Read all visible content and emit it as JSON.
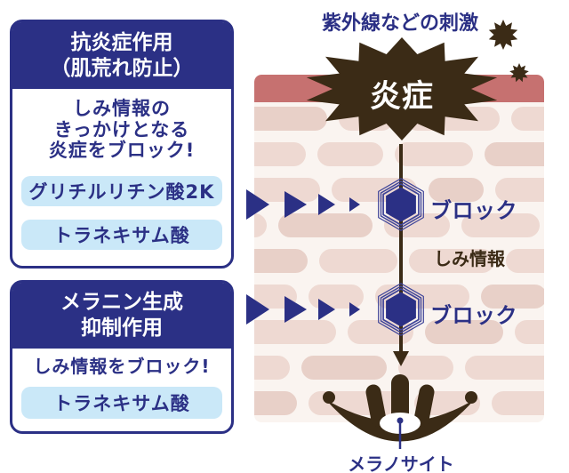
{
  "palette": {
    "navy": "#2b3085",
    "ring_blue": "#3d4398",
    "light_blue": "#cae8f8",
    "rose": "#c67170",
    "skin_bg": "#faf4f0",
    "skin_cell": "#eed9d2",
    "skin_cell_alt": "#e8d0c8",
    "dark_brown": "#3b2b16",
    "white": "#ffffff"
  },
  "left_panel": {
    "anti_inflammatory_card": {
      "title_line1": "抗炎症作用",
      "title_line2": "（肌荒れ防止）",
      "description_line1": "しみ情報の",
      "description_line2": "きっかけとなる",
      "description_line3": "炎症をブロック!",
      "ingredients": [
        "グリチルリチン酸2K",
        "トラネキサム酸"
      ]
    },
    "melanin_card": {
      "title_line1": "メラニン生成",
      "title_line2": "抑制作用",
      "description": "しみ情報をブロック!",
      "ingredients": [
        "トラネキサム酸"
      ]
    }
  },
  "diagram": {
    "stimulus_label": "紫外線などの刺激",
    "inflammation_label": "炎症",
    "block_label_1": "ブロック",
    "block_label_2": "ブロック",
    "spot_signal_label": "しみ情報",
    "melanocyte_label": "メラノサイト"
  }
}
